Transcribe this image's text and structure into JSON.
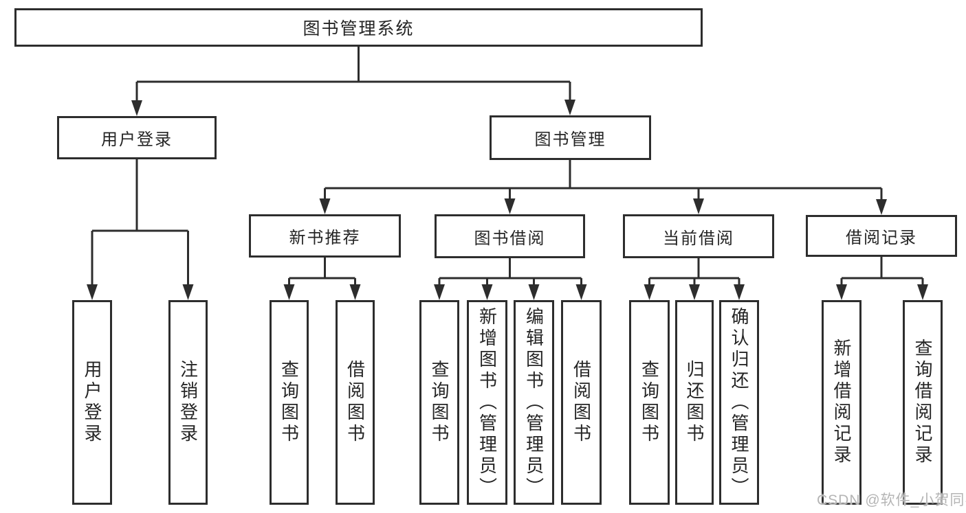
{
  "diagram": {
    "type": "functional-structure-tree",
    "tree": {
      "root": {
        "label": "图书管理系统",
        "children": [
          {
            "label": "用户登录",
            "children": [
              {
                "label": "用户登录"
              },
              {
                "label": "注销登录"
              }
            ]
          },
          {
            "label": "图书管理",
            "children": [
              {
                "label": "新书推荐",
                "children": [
                  {
                    "label": "查询图书"
                  },
                  {
                    "label": "借阅图书"
                  }
                ]
              },
              {
                "label": "图书借阅",
                "children": [
                  {
                    "label": "查询图书"
                  },
                  {
                    "label": "新增图书（管理员）"
                  },
                  {
                    "label": "编辑图书（管理员）"
                  },
                  {
                    "label": "借阅图书"
                  }
                ]
              },
              {
                "label": "当前借阅",
                "children": [
                  {
                    "label": "查询图书"
                  },
                  {
                    "label": "归还图书"
                  },
                  {
                    "label": "确认归还（管理员）"
                  }
                ]
              },
              {
                "label": "借阅记录",
                "children": [
                  {
                    "label": "新增借阅记录"
                  },
                  {
                    "label": "查询借阅记录"
                  }
                ]
              }
            ]
          }
        ]
      }
    },
    "colors": {
      "line": "#2d2d2d",
      "box_border": "#2d2d2d",
      "box_fill": "#ffffff",
      "text": "#252525",
      "watermark": "#b5b5b5",
      "background": "#ffffff"
    }
  },
  "watermark": "CSDN @软件_小贺同学"
}
